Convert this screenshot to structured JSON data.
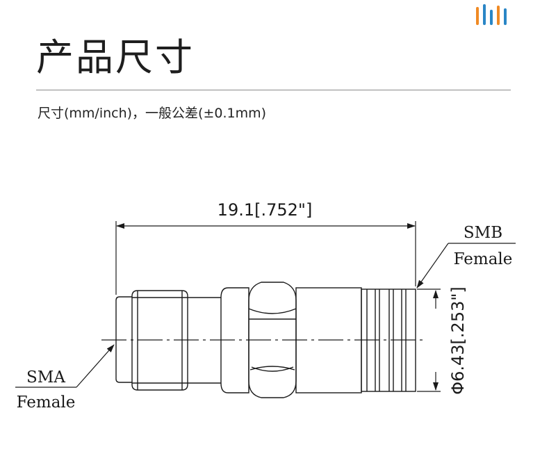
{
  "header": {
    "title": "产品尺寸",
    "subtitle": "尺寸(mm/inch)，一般公差(±0.1mm)",
    "logo_colors": [
      "#f08a24",
      "#2a86c6",
      "#2a86c6",
      "#f08a24",
      "#2a86c6"
    ]
  },
  "drawing": {
    "length_label": "19.1[.752\"]",
    "diameter_label": "Φ6.43[.253\"]",
    "left_connector": {
      "type": "SMA",
      "gender": "Female"
    },
    "right_connector": {
      "type": "SMB",
      "gender": "Female"
    },
    "line_color": "#1a1a1a"
  }
}
